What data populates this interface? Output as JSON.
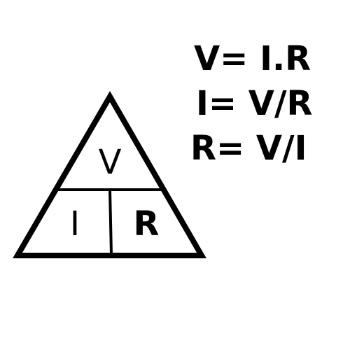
{
  "triangle": {
    "top_letter": "V",
    "bottom_left_letter": "I",
    "bottom_right_letter": "R"
  },
  "formulas": [
    "V= I.R",
    "I= V/R",
    "R= V/I"
  ],
  "colors": {
    "ink": "#000000",
    "background": "#ffffff"
  }
}
